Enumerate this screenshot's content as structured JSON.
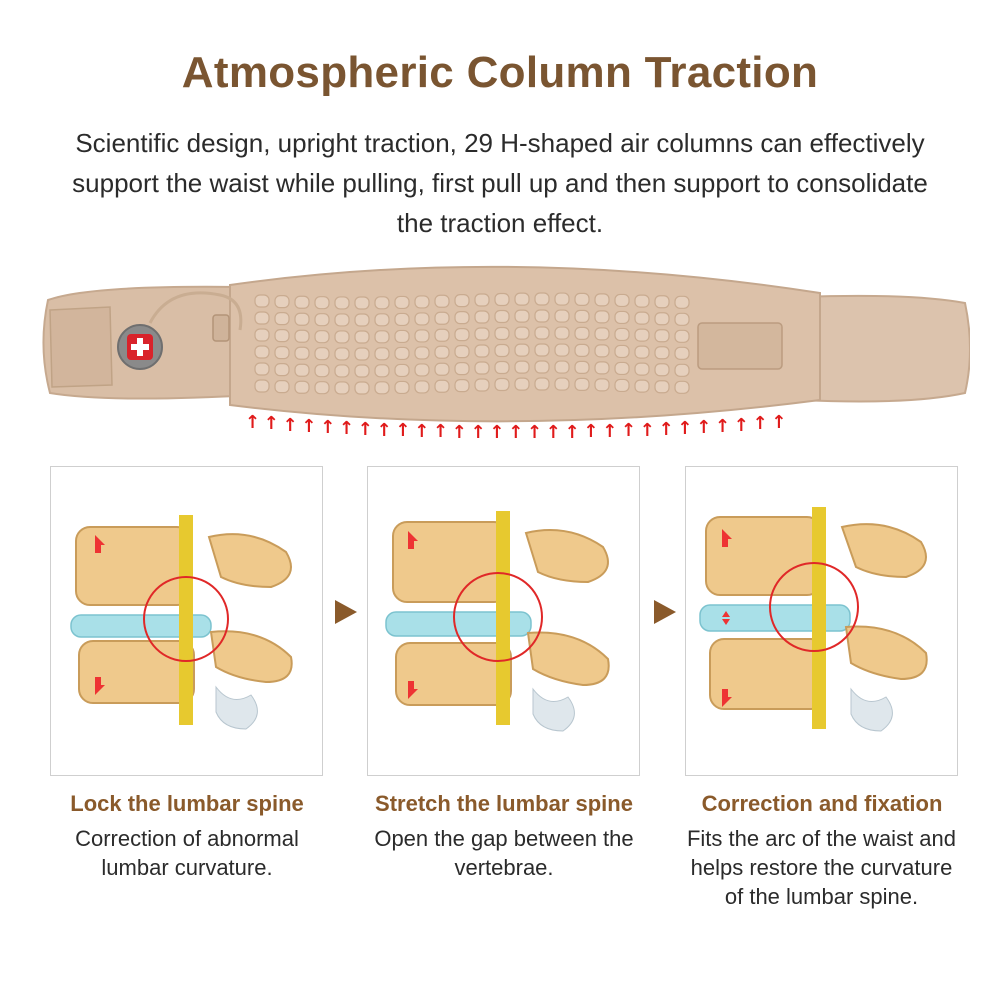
{
  "header": {
    "title": "Atmospheric Column Traction",
    "description": "Scientific design, upright traction, 29 H-shaped air columns can effectively support the waist while pulling, first pull up and then support to consolidate the traction effect."
  },
  "colors": {
    "title": "#7a5531",
    "caption_title": "#8a5a2b",
    "belt": "#dcc1a9",
    "arrow": "#e01b1b"
  },
  "icons": {
    "belt_badge": "swiss-cross-icon",
    "traction": "up-arrow-icon",
    "step": "right-chevron-arrow-icon"
  },
  "steps": [
    {
      "title": "Lock the lumbar spine",
      "description": "Correction of abnormal lumbar curvature."
    },
    {
      "title": "Stretch the lumbar spine",
      "description": "Open the gap between the vertebrae."
    },
    {
      "title": "Correction and fixation",
      "description": "Fits the arc of the waist and helps restore the curvature of the lumbar spine."
    }
  ]
}
